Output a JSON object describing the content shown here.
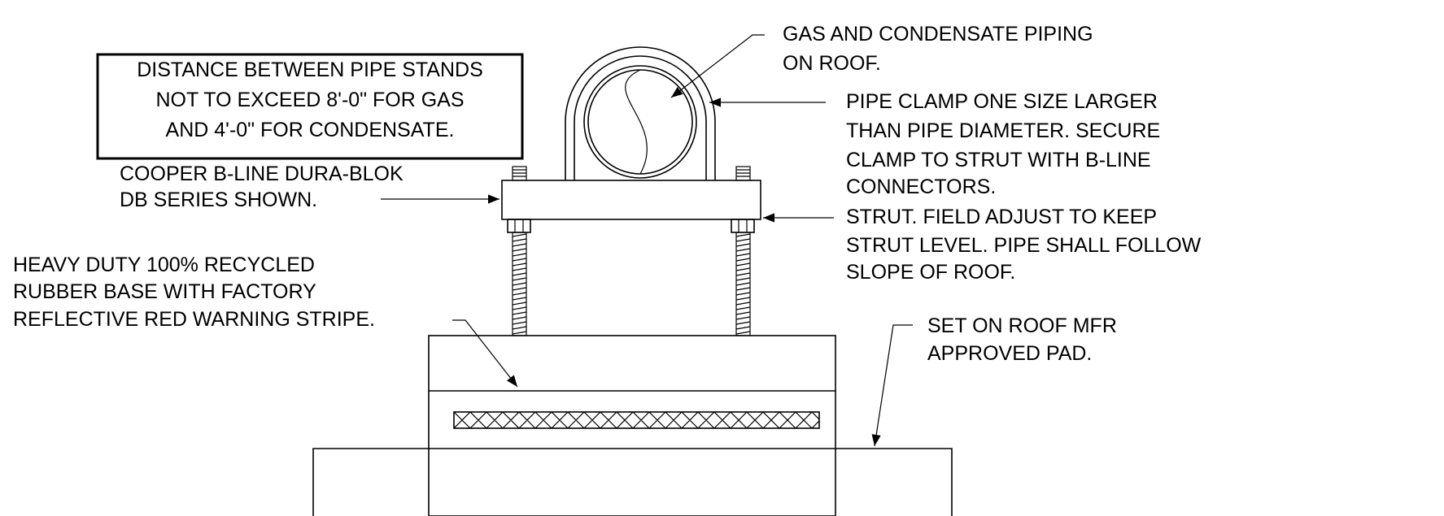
{
  "notes": {
    "distance": [
      "DISTANCE BETWEEN PIPE STANDS",
      "NOT TO EXCEED 8'-0\" FOR GAS",
      "AND 4'-0\" FOR CONDENSATE."
    ],
    "piping": [
      "GAS AND CONDENSATE PIPING",
      "ON ROOF."
    ],
    "clamp": [
      "PIPE CLAMP ONE SIZE LARGER",
      "THAN PIPE DIAMETER.  SECURE",
      "CLAMP TO STRUT WITH B-LINE",
      "CONNECTORS."
    ],
    "dura_blok": [
      "COOPER B-LINE DURA-BLOK",
      "DB SERIES SHOWN."
    ],
    "strut": [
      "STRUT.  FIELD ADJUST TO KEEP",
      "STRUT LEVEL. PIPE SHALL FOLLOW",
      "SLOPE OF ROOF."
    ],
    "base": [
      "HEAVY DUTY 100% RECYCLED",
      "RUBBER BASE WITH FACTORY",
      "REFLECTIVE RED WARNING STRIPE."
    ],
    "pad": [
      "SET ON ROOF MFR",
      "APPROVED PAD."
    ]
  }
}
